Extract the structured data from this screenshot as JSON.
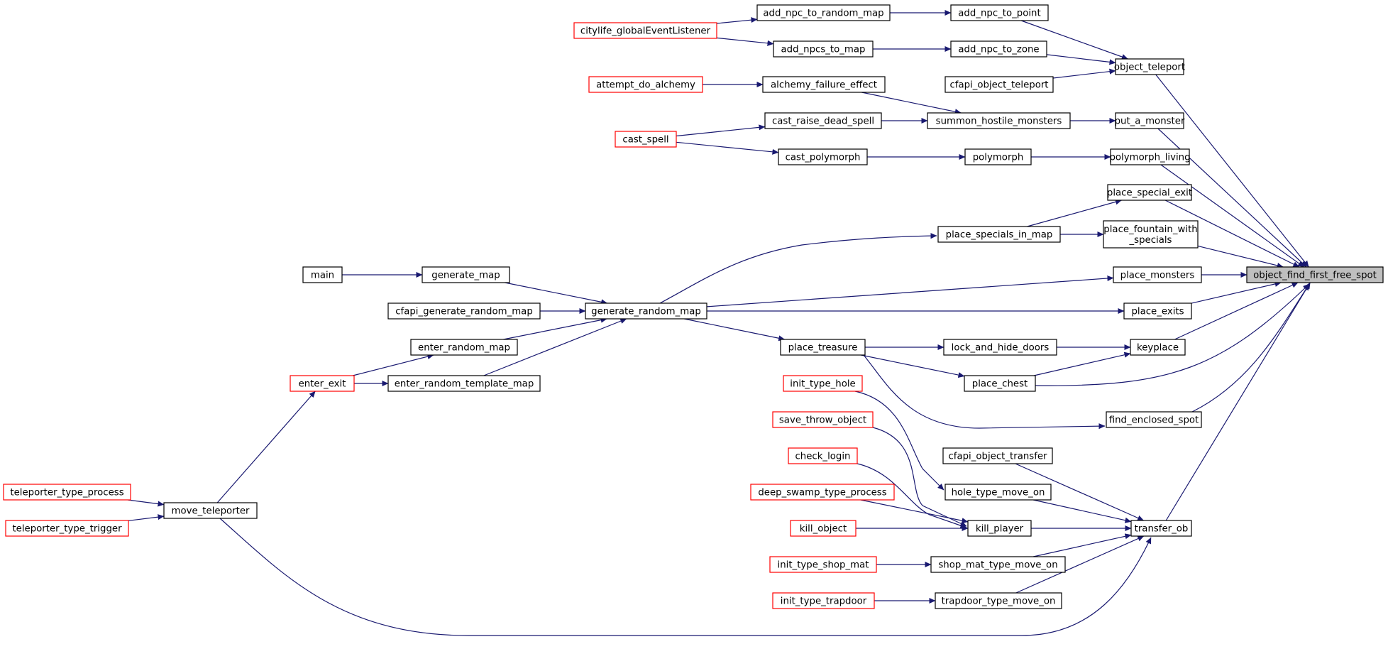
{
  "colors": {
    "edge": "#191970",
    "normal_border": "#000000",
    "truncated_border": "#ff0000",
    "focus_fill": "#bfbfbf",
    "background": "#ffffff"
  },
  "nodes": [
    {
      "id": "n_focus",
      "label": "object_find_first_free_spot",
      "focus": true
    },
    {
      "id": "n_object_teleport",
      "label": "object_teleport"
    },
    {
      "id": "n_add_npc_to_point",
      "label": "add_npc_to_point"
    },
    {
      "id": "n_add_npc_to_random_map",
      "label": "add_npc_to_random_map"
    },
    {
      "id": "n_citylife",
      "label": "citylife_globalEventListener",
      "truncated": true
    },
    {
      "id": "n_add_npc_to_zone",
      "label": "add_npc_to_zone"
    },
    {
      "id": "n_add_npcs_to_map",
      "label": "add_npcs_to_map"
    },
    {
      "id": "n_cfapi_object_teleport",
      "label": "cfapi_object_teleport"
    },
    {
      "id": "n_put_a_monster",
      "label": "put_a_monster"
    },
    {
      "id": "n_summon_hostile_monsters",
      "label": "summon_hostile_monsters"
    },
    {
      "id": "n_alchemy_failure_effect",
      "label": "alchemy_failure_effect"
    },
    {
      "id": "n_attempt_do_alchemy",
      "label": "attempt_do_alchemy",
      "truncated": true
    },
    {
      "id": "n_cast_raise_dead_spell",
      "label": "cast_raise_dead_spell"
    },
    {
      "id": "n_cast_spell",
      "label": "cast_spell",
      "truncated": true
    },
    {
      "id": "n_polymorph_living",
      "label": "polymorph_living"
    },
    {
      "id": "n_polymorph",
      "label": "polymorph"
    },
    {
      "id": "n_cast_polymorph",
      "label": "cast_polymorph"
    },
    {
      "id": "n_place_special_exit",
      "label": "place_special_exit"
    },
    {
      "id": "n_place_specials_in_map",
      "label": "place_specials_in_map"
    },
    {
      "id": "n_place_fountain",
      "label": "place_fountain_with\n_specials"
    },
    {
      "id": "n_generate_random_map",
      "label": "generate_random_map"
    },
    {
      "id": "n_generate_map",
      "label": "generate_map"
    },
    {
      "id": "n_main",
      "label": "main"
    },
    {
      "id": "n_cfapi_generate_random_map",
      "label": "cfapi_generate_random_map"
    },
    {
      "id": "n_enter_random_map",
      "label": "enter_random_map"
    },
    {
      "id": "n_enter_random_template_map",
      "label": "enter_random_template_map"
    },
    {
      "id": "n_enter_exit",
      "label": "enter_exit",
      "truncated": true
    },
    {
      "id": "n_move_teleporter",
      "label": "move_teleporter"
    },
    {
      "id": "n_teleporter_type_process",
      "label": "teleporter_type_process",
      "truncated": true
    },
    {
      "id": "n_teleporter_type_trigger",
      "label": "teleporter_type_trigger",
      "truncated": true
    },
    {
      "id": "n_place_monsters",
      "label": "place_monsters"
    },
    {
      "id": "n_place_exits",
      "label": "place_exits"
    },
    {
      "id": "n_keyplace",
      "label": "keyplace"
    },
    {
      "id": "n_lock_and_hide_doors",
      "label": "lock_and_hide_doors"
    },
    {
      "id": "n_place_treasure",
      "label": "place_treasure"
    },
    {
      "id": "n_place_chest",
      "label": "place_chest"
    },
    {
      "id": "n_find_enclosed_spot",
      "label": "find_enclosed_spot"
    },
    {
      "id": "n_transfer_ob",
      "label": "transfer_ob"
    },
    {
      "id": "n_cfapi_object_transfer",
      "label": "cfapi_object_transfer"
    },
    {
      "id": "n_hole_type_move_on",
      "label": "hole_type_move_on"
    },
    {
      "id": "n_init_type_hole",
      "label": "init_type_hole",
      "truncated": true
    },
    {
      "id": "n_kill_player",
      "label": "kill_player"
    },
    {
      "id": "n_save_throw_object",
      "label": "save_throw_object",
      "truncated": true
    },
    {
      "id": "n_check_login",
      "label": "check_login",
      "truncated": true
    },
    {
      "id": "n_deep_swamp_type_process",
      "label": "deep_swamp_type_process",
      "truncated": true
    },
    {
      "id": "n_kill_object",
      "label": "kill_object",
      "truncated": true
    },
    {
      "id": "n_shop_mat_type_move_on",
      "label": "shop_mat_type_move_on"
    },
    {
      "id": "n_init_type_shop_mat",
      "label": "init_type_shop_mat",
      "truncated": true
    },
    {
      "id": "n_trapdoor_type_move_on",
      "label": "trapdoor_type_move_on"
    },
    {
      "id": "n_init_type_trapdoor",
      "label": "init_type_trapdoor",
      "truncated": true
    }
  ],
  "edges": [
    {
      "from": "n_object_teleport",
      "to": "n_focus"
    },
    {
      "from": "n_put_a_monster",
      "to": "n_focus"
    },
    {
      "from": "n_polymorph_living",
      "to": "n_focus"
    },
    {
      "from": "n_place_special_exit",
      "to": "n_focus"
    },
    {
      "from": "n_place_fountain",
      "to": "n_focus"
    },
    {
      "from": "n_place_monsters",
      "to": "n_focus"
    },
    {
      "from": "n_place_exits",
      "to": "n_focus"
    },
    {
      "from": "n_keyplace",
      "to": "n_focus"
    },
    {
      "from": "n_place_chest",
      "to": "n_focus"
    },
    {
      "from": "n_find_enclosed_spot",
      "to": "n_focus"
    },
    {
      "from": "n_transfer_ob",
      "to": "n_focus"
    },
    {
      "from": "n_add_npc_to_point",
      "to": "n_object_teleport"
    },
    {
      "from": "n_add_npc_to_zone",
      "to": "n_object_teleport"
    },
    {
      "from": "n_cfapi_object_teleport",
      "to": "n_object_teleport"
    },
    {
      "from": "n_add_npc_to_random_map",
      "to": "n_add_npc_to_point"
    },
    {
      "from": "n_citylife",
      "to": "n_add_npc_to_random_map"
    },
    {
      "from": "n_citylife",
      "to": "n_add_npcs_to_map"
    },
    {
      "from": "n_add_npcs_to_map",
      "to": "n_add_npc_to_zone"
    },
    {
      "from": "n_summon_hostile_monsters",
      "to": "n_put_a_monster"
    },
    {
      "from": "n_alchemy_failure_effect",
      "to": "n_summon_hostile_monsters"
    },
    {
      "from": "n_cast_raise_dead_spell",
      "to": "n_summon_hostile_monsters"
    },
    {
      "from": "n_attempt_do_alchemy",
      "to": "n_alchemy_failure_effect"
    },
    {
      "from": "n_cast_spell",
      "to": "n_cast_raise_dead_spell"
    },
    {
      "from": "n_cast_spell",
      "to": "n_cast_polymorph"
    },
    {
      "from": "n_polymorph",
      "to": "n_polymorph_living"
    },
    {
      "from": "n_cast_polymorph",
      "to": "n_polymorph"
    },
    {
      "from": "n_place_specials_in_map",
      "to": "n_place_special_exit"
    },
    {
      "from": "n_place_specials_in_map",
      "to": "n_place_fountain"
    },
    {
      "from": "n_generate_random_map",
      "to": "n_place_specials_in_map"
    },
    {
      "from": "n_generate_random_map",
      "to": "n_place_monsters"
    },
    {
      "from": "n_generate_random_map",
      "to": "n_place_exits"
    },
    {
      "from": "n_generate_random_map",
      "to": "n_place_treasure"
    },
    {
      "from": "n_generate_map",
      "to": "n_generate_random_map"
    },
    {
      "from": "n_cfapi_generate_random_map",
      "to": "n_generate_random_map"
    },
    {
      "from": "n_enter_random_map",
      "to": "n_generate_random_map"
    },
    {
      "from": "n_enter_random_template_map",
      "to": "n_generate_random_map"
    },
    {
      "from": "n_main",
      "to": "n_generate_map"
    },
    {
      "from": "n_enter_exit",
      "to": "n_enter_random_map"
    },
    {
      "from": "n_enter_exit",
      "to": "n_enter_random_template_map"
    },
    {
      "from": "n_move_teleporter",
      "to": "n_enter_exit"
    },
    {
      "from": "n_move_teleporter",
      "to": "n_transfer_ob"
    },
    {
      "from": "n_teleporter_type_process",
      "to": "n_move_teleporter"
    },
    {
      "from": "n_teleporter_type_trigger",
      "to": "n_move_teleporter"
    },
    {
      "from": "n_lock_and_hide_doors",
      "to": "n_keyplace"
    },
    {
      "from": "n_place_chest",
      "to": "n_keyplace"
    },
    {
      "from": "n_place_treasure",
      "to": "n_lock_and_hide_doors"
    },
    {
      "from": "n_place_treasure",
      "to": "n_place_chest"
    },
    {
      "from": "n_place_treasure",
      "to": "n_find_enclosed_spot"
    },
    {
      "from": "n_cfapi_object_transfer",
      "to": "n_transfer_ob"
    },
    {
      "from": "n_hole_type_move_on",
      "to": "n_transfer_ob"
    },
    {
      "from": "n_kill_player",
      "to": "n_transfer_ob"
    },
    {
      "from": "n_shop_mat_type_move_on",
      "to": "n_transfer_ob"
    },
    {
      "from": "n_trapdoor_type_move_on",
      "to": "n_transfer_ob"
    },
    {
      "from": "n_init_type_hole",
      "to": "n_hole_type_move_on"
    },
    {
      "from": "n_save_throw_object",
      "to": "n_kill_player"
    },
    {
      "from": "n_check_login",
      "to": "n_kill_player"
    },
    {
      "from": "n_deep_swamp_type_process",
      "to": "n_kill_player"
    },
    {
      "from": "n_kill_object",
      "to": "n_kill_player"
    },
    {
      "from": "n_init_type_shop_mat",
      "to": "n_shop_mat_type_move_on"
    },
    {
      "from": "n_init_type_trapdoor",
      "to": "n_trapdoor_type_move_on"
    }
  ]
}
